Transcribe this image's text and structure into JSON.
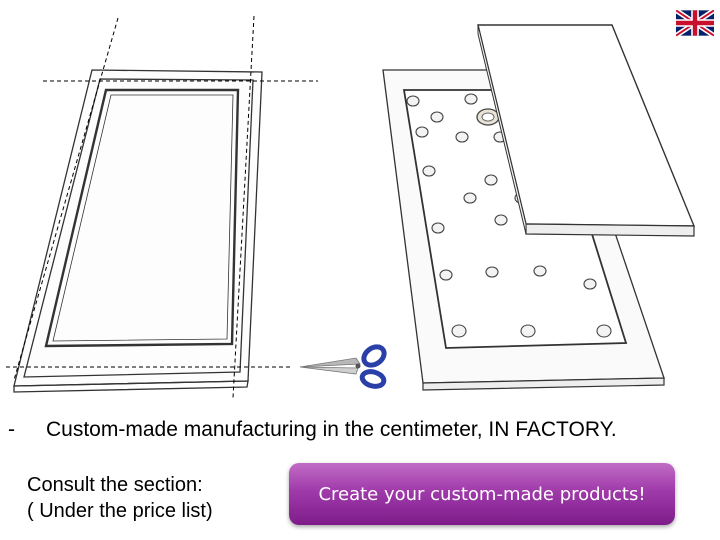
{
  "header": {
    "language_flag_icon": "uk-flag-icon"
  },
  "illustration": {
    "left_icon": "tray-frame-outline-icon",
    "right_icon": "tray-with-cover-panel-icon",
    "cut_icon": "scissors-icon"
  },
  "content": {
    "bullet": "-",
    "feature_text": "Custom-made manufacturing in the centimeter, IN FACTORY.",
    "consult_line1": "Consult the section:",
    "consult_line2": "( Under the price list)"
  },
  "cta": {
    "label": "Create your custom-made products!",
    "color": "#a03aaa"
  }
}
